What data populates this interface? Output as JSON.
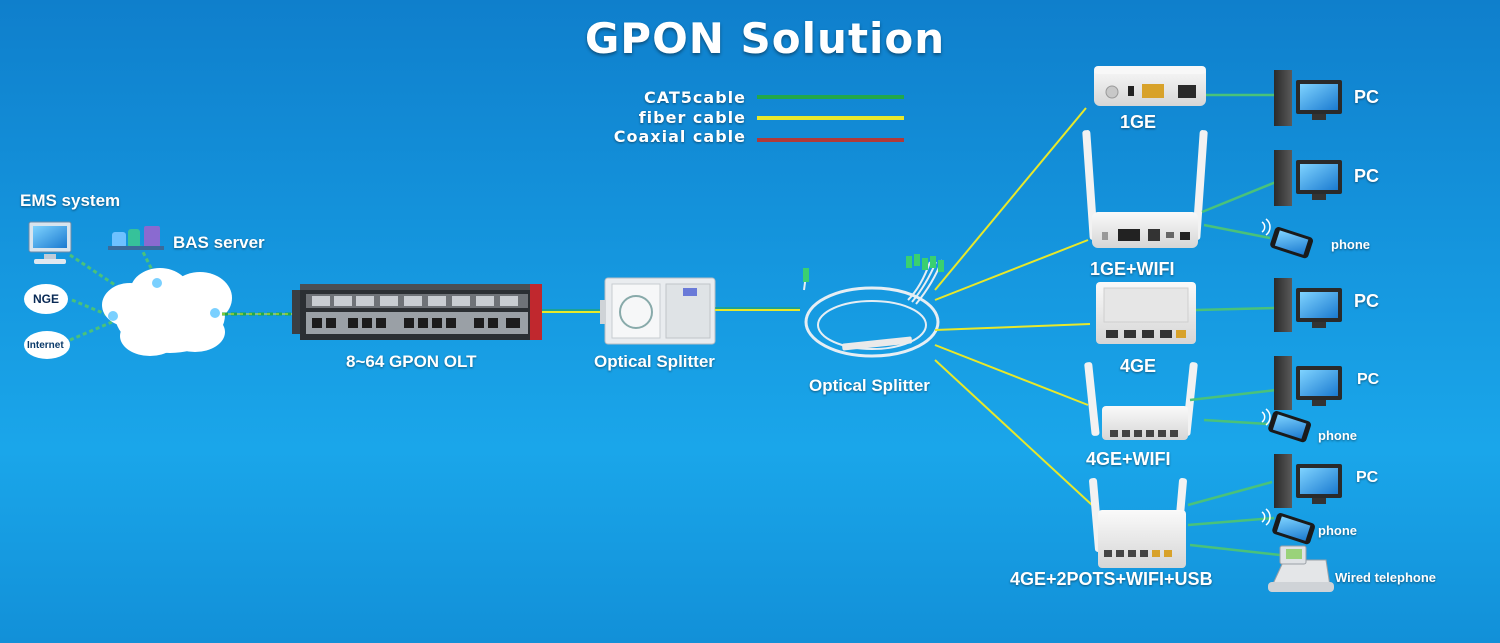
{
  "title": "GPON Solution",
  "legend": {
    "items": [
      {
        "label": "CAT5cable",
        "color": "#22a84a"
      },
      {
        "label": "fiber cable",
        "color": "#e8e82a"
      },
      {
        "label": "Coaxial cable",
        "color": "#b03a3a"
      }
    ]
  },
  "left": {
    "ems_label": "EMS system",
    "bas_label": "BAS server",
    "nge_label": "NGE",
    "internet_label": "Internet"
  },
  "olt_label": "8~64  GPON OLT",
  "splitter1_label": "Optical Splitter",
  "splitter2_label": "Optical Splitter",
  "onts": [
    {
      "label": "1GE"
    },
    {
      "label": "1GE+WIFI"
    },
    {
      "label": "4GE"
    },
    {
      "label": "4GE+WIFI"
    },
    {
      "label": "4GE+2POTS+WIFI+USB"
    }
  ],
  "clients": {
    "pc": "PC",
    "phone": "phone",
    "wired_telephone": "Wired telephone"
  },
  "colors": {
    "cat5": "#22a84a",
    "fiber": "#e8e82a",
    "coaxial": "#b03a3a"
  }
}
